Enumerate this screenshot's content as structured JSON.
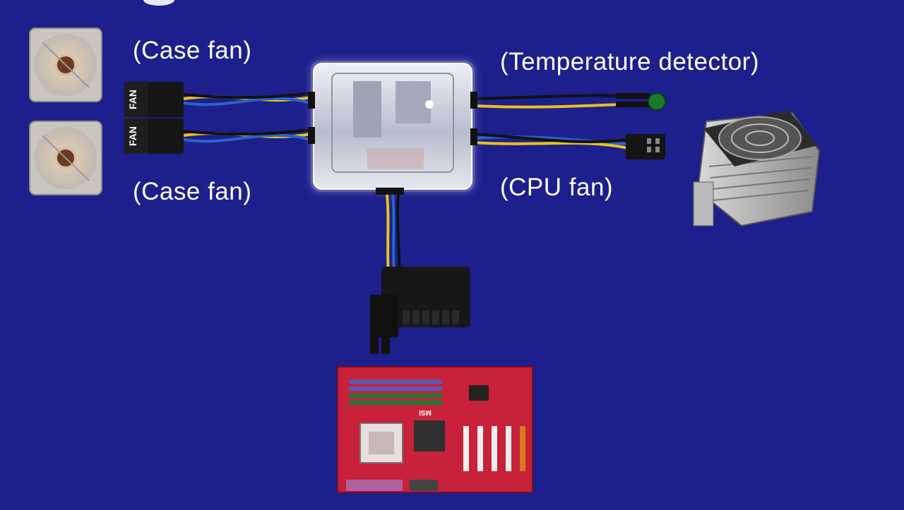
{
  "labels": {
    "case_fan_top": "(Case fan)",
    "case_fan_bottom": "(Case fan)",
    "temperature_detector": "(Temperature detector)",
    "cpu_fan": "(CPU fan)"
  },
  "connectors": {
    "fan_tag": "FAN"
  },
  "motherboard": {
    "brand": "MSI"
  },
  "colors": {
    "background": "#1c1f8c",
    "wire_yellow": "#e8c21a",
    "wire_blue": "#2b63c8",
    "wire_black": "#111111",
    "board_red": "#c8213a",
    "led_green": "#1a7a2a"
  }
}
